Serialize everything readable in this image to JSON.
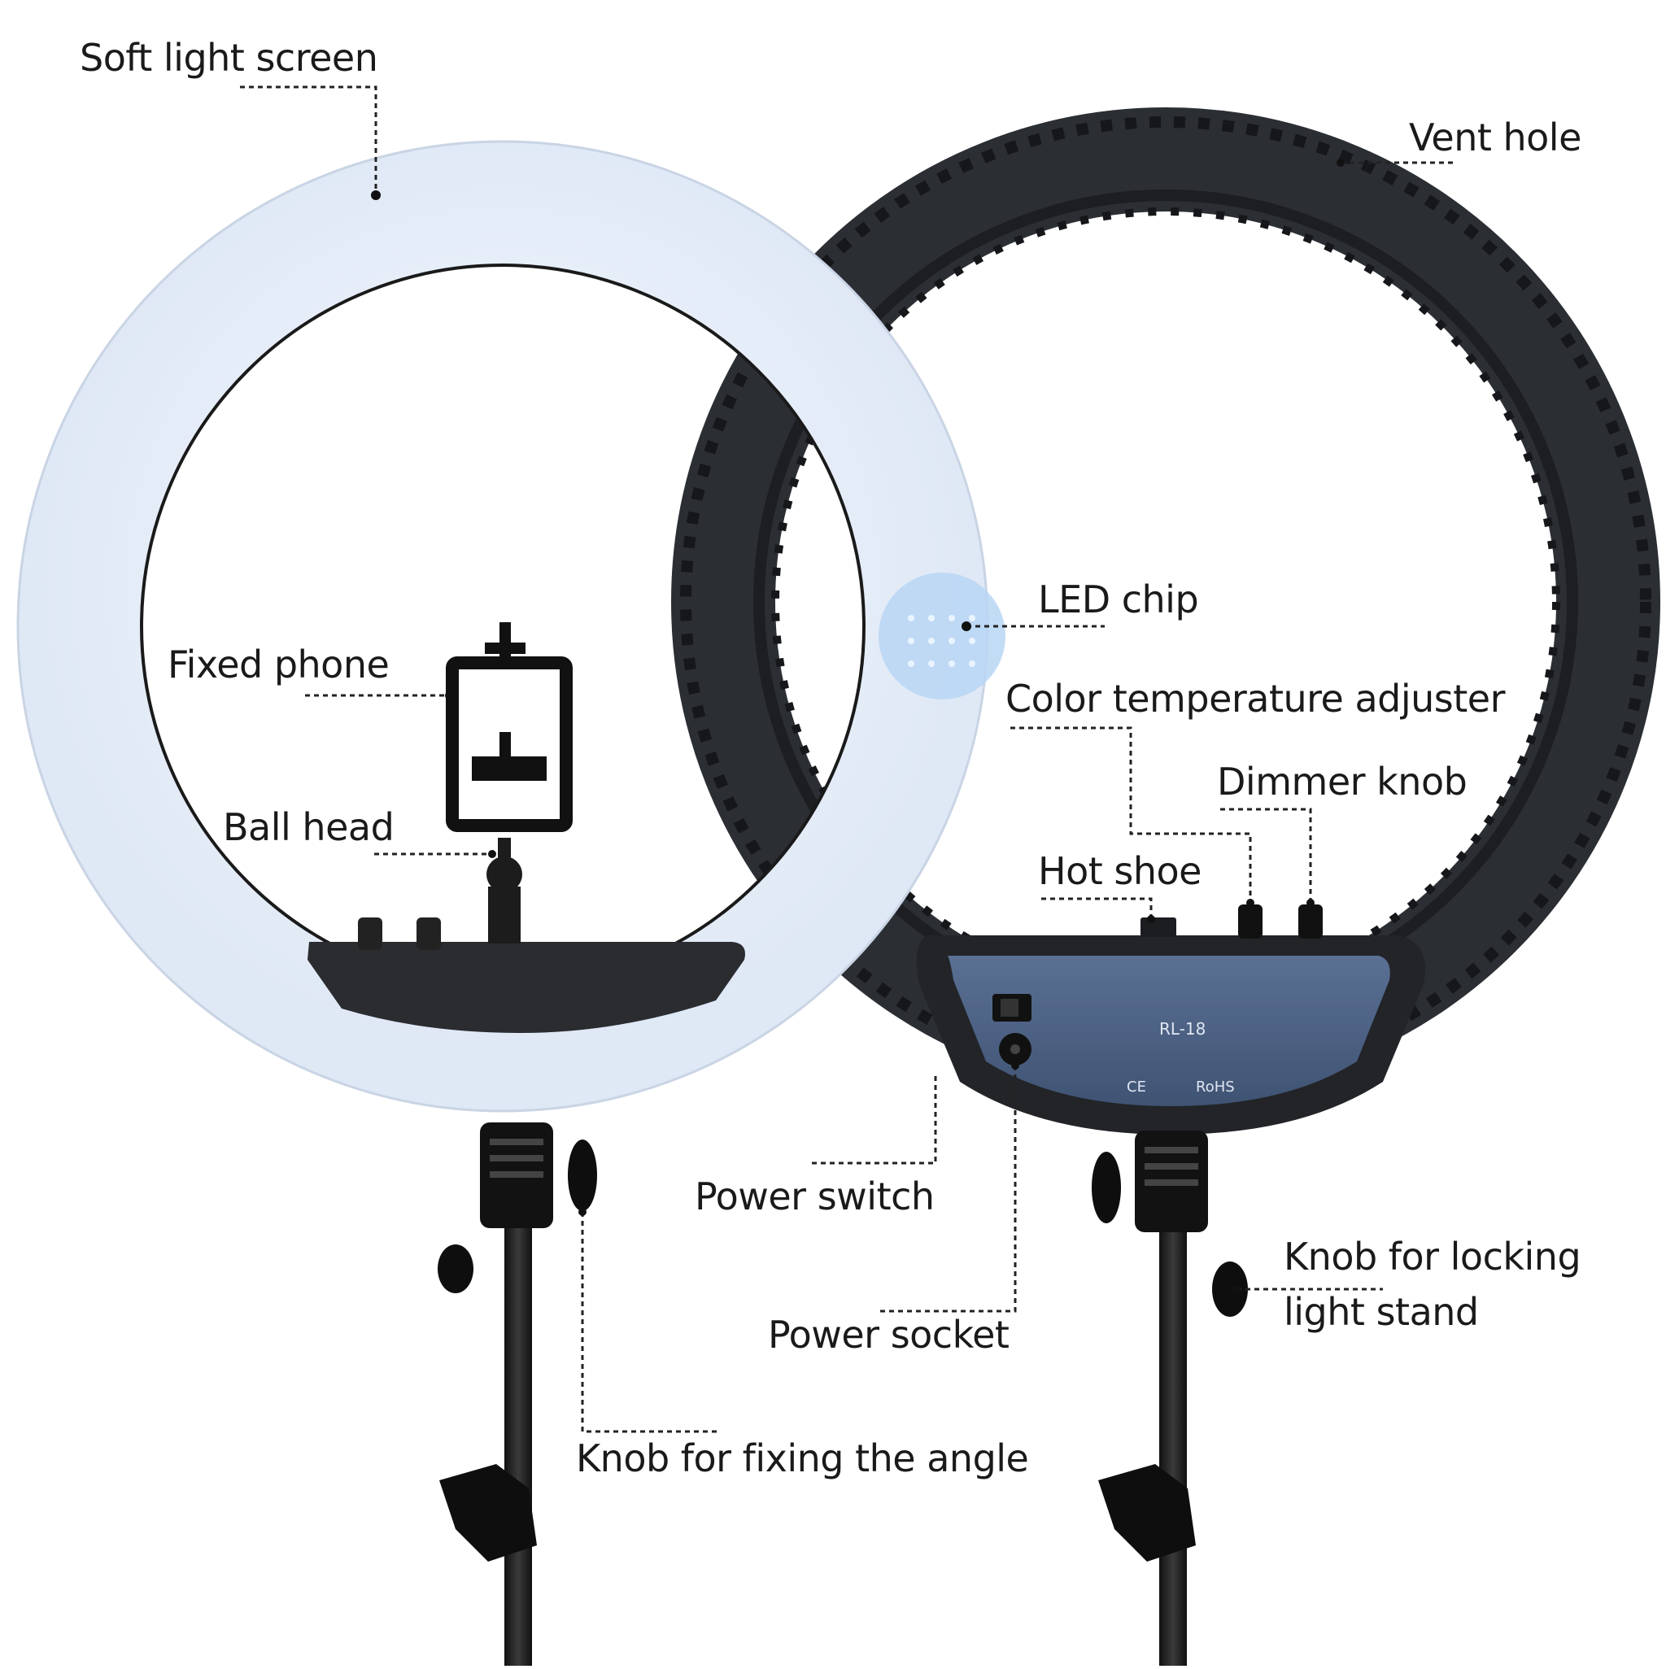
{
  "labels": {
    "soft_light_screen": "Soft light screen",
    "vent_hole": "Vent hole",
    "led_chip": "LED chip",
    "fixed_phone": "Fixed phone",
    "color_temperature_adjuster": "Color temperature adjuster",
    "dimmer_knob": "Dimmer knob",
    "ball_head": "Ball head",
    "hot_shoe": "Hot shoe",
    "power_switch": "Power switch",
    "knob_for_locking_line1": "Knob for locking",
    "knob_for_locking_line2": "light stand",
    "power_socket": "Power socket",
    "knob_for_fixing_angle": "Knob for fixing the angle"
  },
  "panel": {
    "model": "RL-18",
    "certifications": "CE",
    "rohs": "RoHS"
  },
  "colors": {
    "front_ring": "#e9f1fb",
    "back_ring": "#2b2e33",
    "panel": "#4e6384",
    "led_chip_lens": "#b8d6f4"
  }
}
